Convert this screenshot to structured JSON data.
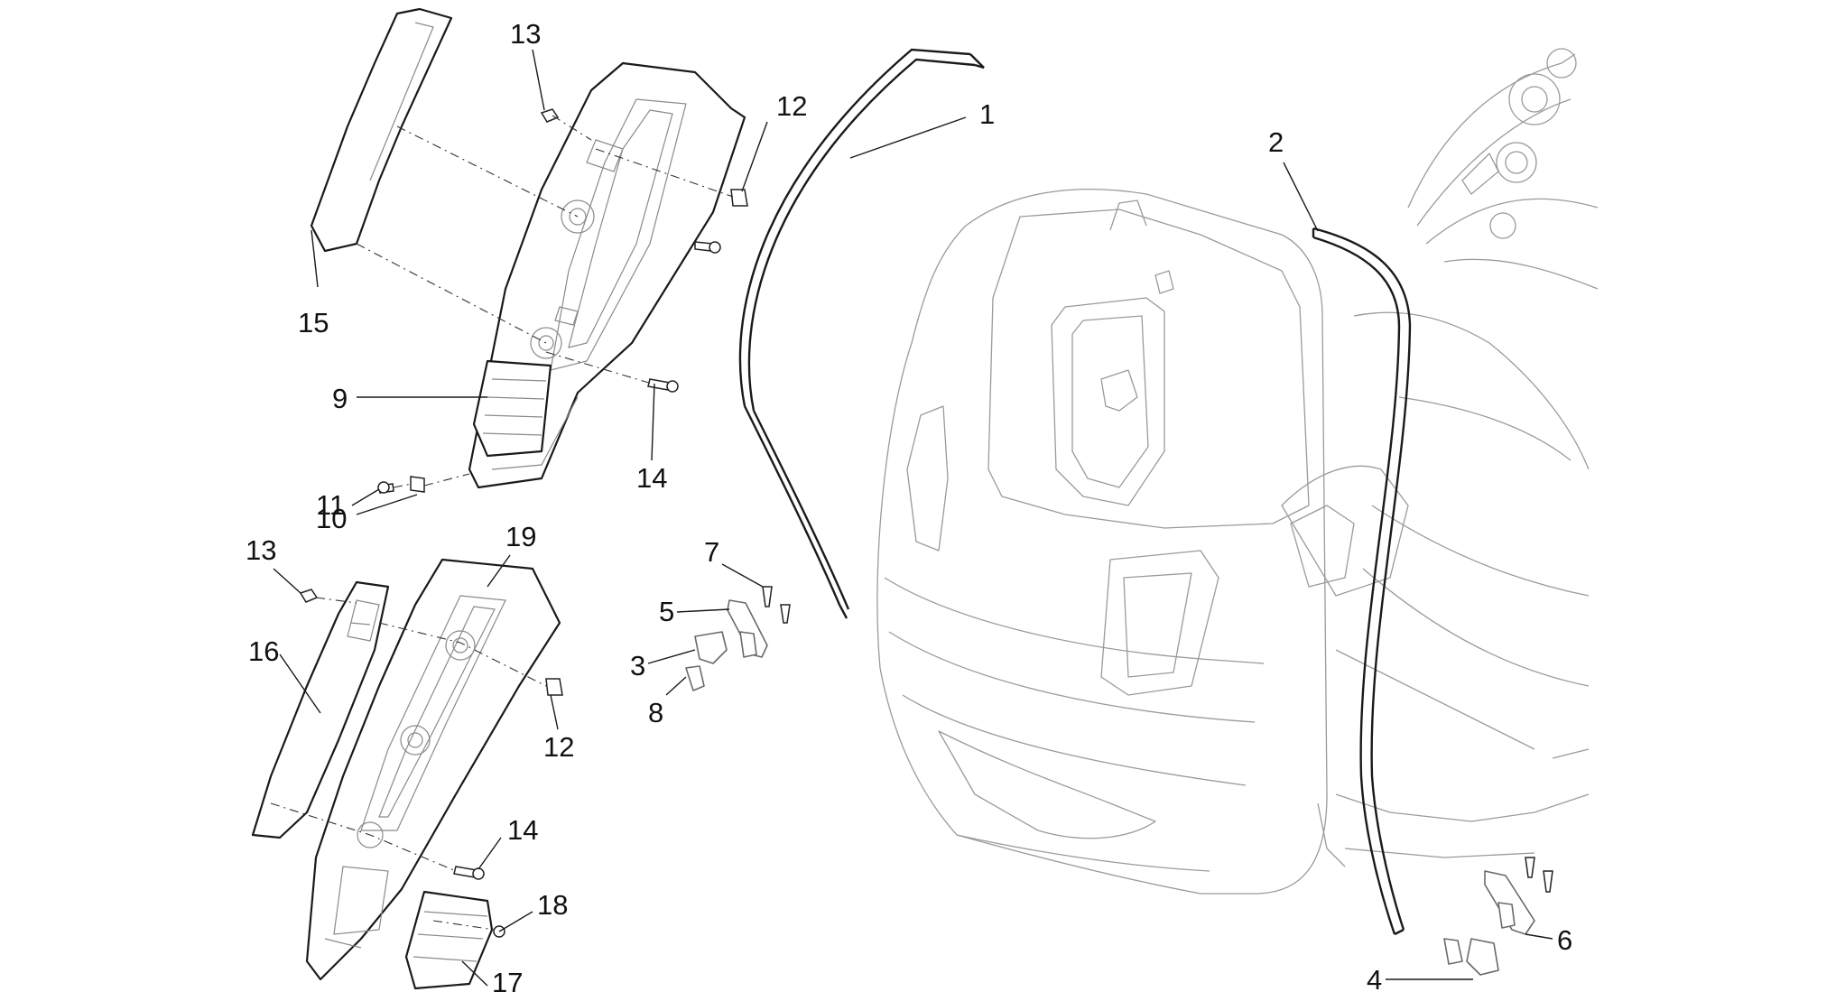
{
  "callouts": [
    {
      "id": "c1",
      "label": "1"
    },
    {
      "id": "c2",
      "label": "2"
    },
    {
      "id": "c3",
      "label": "3"
    },
    {
      "id": "c4",
      "label": "4"
    },
    {
      "id": "c5",
      "label": "5"
    },
    {
      "id": "c6",
      "label": "6"
    },
    {
      "id": "c7",
      "label": "7"
    },
    {
      "id": "c8",
      "label": "8"
    },
    {
      "id": "c9",
      "label": "9"
    },
    {
      "id": "c10",
      "label": "10"
    },
    {
      "id": "c11",
      "label": "11"
    },
    {
      "id": "c12a",
      "label": "12"
    },
    {
      "id": "c12b",
      "label": "12"
    },
    {
      "id": "c13a",
      "label": "13"
    },
    {
      "id": "c13b",
      "label": "13"
    },
    {
      "id": "c14a",
      "label": "14"
    },
    {
      "id": "c14b",
      "label": "14"
    },
    {
      "id": "c15",
      "label": "15"
    },
    {
      "id": "c16",
      "label": "16"
    },
    {
      "id": "c17",
      "label": "17"
    },
    {
      "id": "c18",
      "label": "18"
    },
    {
      "id": "c19",
      "label": "19"
    }
  ]
}
